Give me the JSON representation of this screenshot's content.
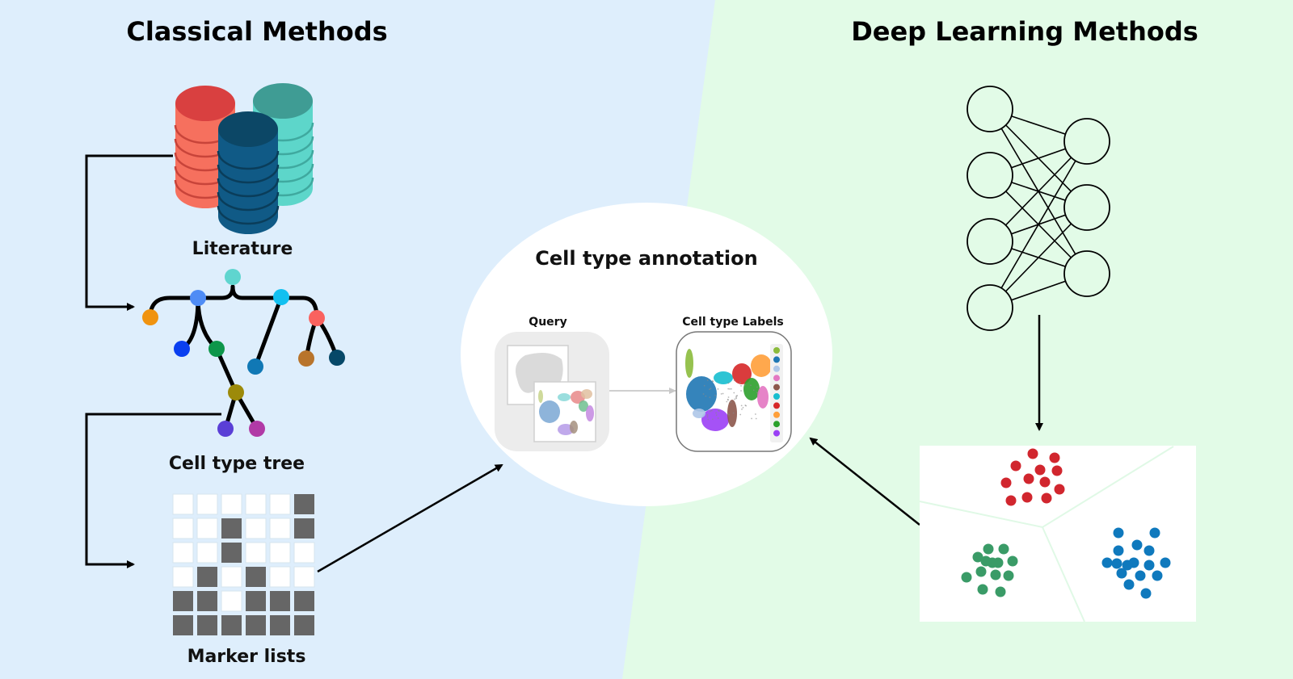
{
  "left_panel": {
    "title": "Classical Methods",
    "background": "#deeefc",
    "literature_label": "Literature",
    "tree_label": "Cell type tree",
    "marker_label": "Marker lists",
    "databases": [
      {
        "name": "red",
        "top": "#d94040",
        "body": "#f6705e",
        "ring": "#c8443a"
      },
      {
        "name": "teal",
        "top": "#3f9c94",
        "body": "#5dd6ca",
        "ring": "#3fa99f"
      },
      {
        "name": "navy",
        "top": "#0c4766",
        "body": "#105a86",
        "ring": "#0a3d5a"
      }
    ],
    "tree_nodes": [
      {
        "id": "root",
        "color": "#5fd5cf"
      },
      {
        "id": "n-blue",
        "color": "#4f8cf5"
      },
      {
        "id": "n-sky",
        "color": "#12c0f0"
      },
      {
        "id": "n-orange",
        "color": "#f0930f"
      },
      {
        "id": "n-salmon",
        "color": "#fa625f"
      },
      {
        "id": "n-royal",
        "color": "#0a3ff0"
      },
      {
        "id": "n-green",
        "color": "#0d964a"
      },
      {
        "id": "n-cerulean",
        "color": "#1078b5"
      },
      {
        "id": "n-brown",
        "color": "#b8742b"
      },
      {
        "id": "n-darkteal",
        "color": "#064868"
      },
      {
        "id": "n-olive",
        "color": "#9c8a0a"
      },
      {
        "id": "n-indigo",
        "color": "#5a3fd6"
      },
      {
        "id": "n-magenta",
        "color": "#b13aa6"
      }
    ],
    "marker_grid": [
      [
        0,
        0,
        0,
        0,
        0,
        1
      ],
      [
        0,
        0,
        1,
        0,
        0,
        1
      ],
      [
        0,
        0,
        1,
        0,
        0,
        0
      ],
      [
        0,
        1,
        0,
        1,
        0,
        0
      ],
      [
        1,
        1,
        0,
        1,
        1,
        1
      ],
      [
        1,
        1,
        1,
        1,
        1,
        1
      ]
    ],
    "marker_on_color": "#666666",
    "marker_off_color": "#ffffff"
  },
  "center": {
    "title": "Cell type annotation",
    "query_label": "Query",
    "labels_label": "Cell type Labels",
    "legend_colors": [
      "#8bbb3c",
      "#1f77b4",
      "#aec7e8",
      "#e377c2",
      "#8c564b",
      "#17becf",
      "#d62728",
      "#ff9f3a",
      "#2ca02c",
      "#9b3ff5"
    ]
  },
  "right_panel": {
    "title": "Deep Learning Methods",
    "background": "#e2fbe7",
    "network": {
      "input_nodes": 4,
      "output_nodes": 3
    },
    "clusters": [
      {
        "name": "red",
        "color": "#d1262e",
        "count": 12
      },
      {
        "name": "green",
        "color": "#3a9b67",
        "count": 13
      },
      {
        "name": "blue",
        "color": "#0f79bd",
        "count": 16
      }
    ]
  }
}
